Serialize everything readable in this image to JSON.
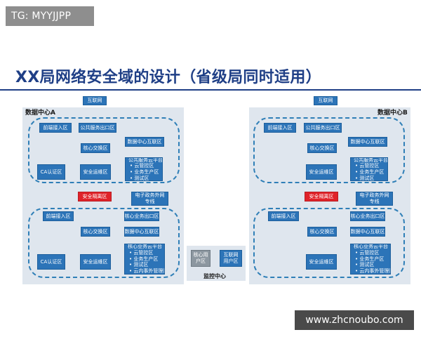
{
  "watermark_top": "TG: MYYJJPP",
  "watermark_bottom": "www.zhcnoubo.com",
  "title": "XX局网络安全域的设计（省级局同时适用）",
  "colors": {
    "node_blue": "#2c74b8",
    "isolation_red": "#e0232a",
    "monitor_gray": "#8c97a0",
    "dash_line": "#2f7fb7",
    "title_blue": "#1f3f86"
  },
  "dc_a": {
    "label": "数据中心A",
    "internet": "互联网",
    "top": {
      "front_access": "前端接入区",
      "public_service": "公共服务出口区",
      "dc_interconnect": "数据中心互联区",
      "core_switch": "核心交换区",
      "ca": "CA认证区",
      "security_ops": "安全运维区",
      "cloud_platform": {
        "title": "公共服务云平台",
        "items": [
          "云管控区",
          "业务生产区",
          "测试区"
        ]
      }
    },
    "isolation": "安全隔离区",
    "egov": [
      "电子政务外网",
      "专线"
    ],
    "bottom": {
      "front_access": "前端接入区",
      "core_switch": "核心交换区",
      "dc_interconnect": "数据中心互联区",
      "biz_exit": "核心业务出口区",
      "ca": "CA认证区",
      "security_ops": "安全运维区",
      "cloud_platform": {
        "title": "核心业务云平台",
        "items": [
          "云管控区",
          "业务生产区",
          "测试区",
          "云内事外管理区"
        ]
      }
    }
  },
  "dc_b": {
    "label": "数据中心B",
    "internet": "互联网",
    "top": {
      "front_access": "前端接入区",
      "public_service": "公共服务出口区",
      "dc_interconnect": "数据中心互联区",
      "core_switch": "核心交换区",
      "security_ops": "安全运维区",
      "cloud_platform": {
        "title": "公共服务云平台",
        "items": [
          "云管控区",
          "业务生产区",
          "测试区"
        ]
      }
    },
    "isolation": "安全隔离区",
    "egov": [
      "电子政务外网",
      "专线"
    ],
    "bottom": {
      "front_access": "前端接入区",
      "core_switch": "核心交换区",
      "dc_interconnect": "数据中心互联区",
      "biz_exit": "核心业务出口区",
      "security_ops": "安全运维区",
      "cloud_platform": {
        "title": "核心业务云平台",
        "items": [
          "云管控区",
          "业务生产区",
          "测试区",
          "云内事外管理区"
        ]
      }
    }
  },
  "monitor": {
    "label": "监控中心",
    "core_user": [
      "核心用",
      "户区"
    ],
    "internet_user": [
      "互联网",
      "用户区"
    ]
  }
}
